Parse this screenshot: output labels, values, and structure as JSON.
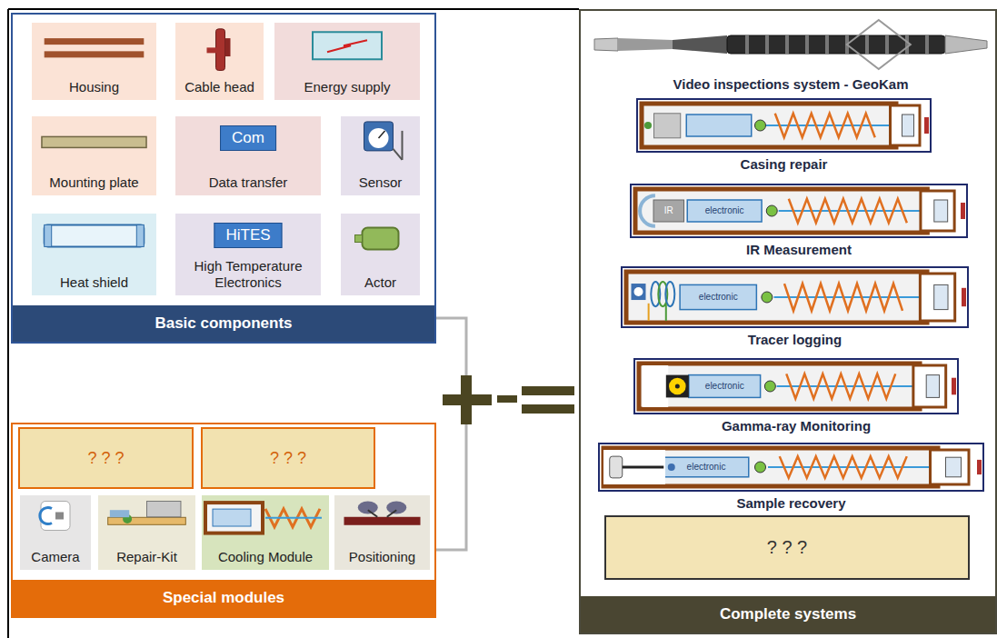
{
  "diagram": {
    "nodes": [
      {
        "text": [
          "Basic components"
        ]
      },
      {
        "text": [
          "Housing"
        ],
        "in": 0
      },
      {
        "text": [
          "Cable head"
        ],
        "in": 0
      },
      {
        "text": [
          "Energy supply"
        ],
        "in": 0
      },
      {
        "text": [
          "Mounting plate"
        ],
        "in": 0
      },
      {
        "text": [
          "Com",
          "Data transfer"
        ],
        "in": 0
      },
      {
        "text": [
          "Sensor"
        ],
        "in": 0
      },
      {
        "text": [
          "Heat shield"
        ],
        "in": 0
      },
      {
        "text": [
          "HiTES",
          "High Temperature Electronics"
        ],
        "in": 0
      },
      {
        "text": [
          "Actor"
        ],
        "in": 0
      },
      {
        "text": [
          "Special modules"
        ]
      },
      {
        "text": [
          "? ? ?"
        ],
        "in": 10
      },
      {
        "text": [
          "? ? ?"
        ],
        "in": 10
      },
      {
        "text": [
          "Camera"
        ],
        "in": 10
      },
      {
        "text": [
          "Repair-Kit"
        ],
        "in": 10
      },
      {
        "text": [
          "Cooling Module"
        ],
        "in": 10
      },
      {
        "text": [
          "Positioning"
        ],
        "in": 10
      },
      {
        "text": [
          "Complete systems"
        ]
      },
      {
        "text": [
          "Video inspections system - GeoKam"
        ],
        "in": 17
      },
      {
        "text": [
          "Casing repair"
        ],
        "in": 17
      },
      {
        "text": [
          "IR Measurement"
        ],
        "in": 17
      },
      {
        "text": [
          "Tracer logging"
        ],
        "in": 17
      },
      {
        "text": [
          "Gamma-ray Monitoring"
        ],
        "in": 17
      },
      {
        "text": [
          "Sample recovery"
        ],
        "in": 17
      },
      {
        "text": [
          "? ? ?"
        ],
        "in": 17
      }
    ],
    "labels": [
      "IR",
      "electronic",
      "electronic",
      "electronic",
      "electronic"
    ]
  }
}
